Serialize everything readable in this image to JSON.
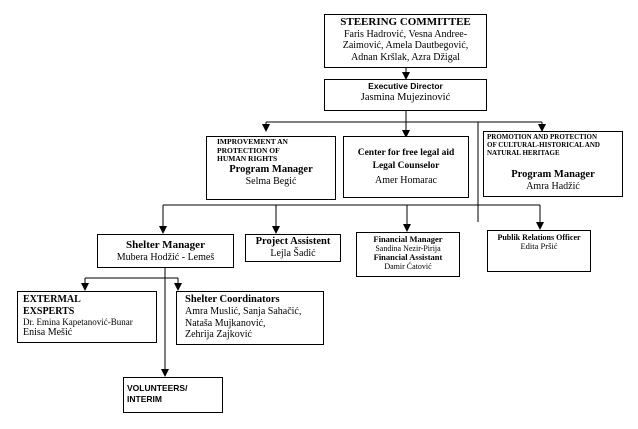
{
  "steering": {
    "title": "STEERING COMMITTEE",
    "members": [
      "Faris Hadrović, Vesna Andree-",
      "Zaimović, Amela Dautbegović,",
      "Adnan Kršlak, Azra Džigal"
    ]
  },
  "executive": {
    "title": "Executive Director",
    "name": "Jasmina Mujezinović"
  },
  "human_rights": {
    "title_lines": [
      "IMPROVEMENT AN",
      "PROTECTION OF",
      "HUMAN RIGHTS"
    ],
    "role": "Program Manager",
    "name": "Selma Begić"
  },
  "legal": {
    "title": "Center for free legal aid",
    "role": "Legal Counselor",
    "name": "Amer Homarac"
  },
  "heritage": {
    "title_lines": [
      "PROMOTION AND PROTECTION",
      "OF CULTURAL-HISTORICAL AND",
      "NATURAL HERITAGE"
    ],
    "role": "Program Manager",
    "name": "Amra Hadžić"
  },
  "shelter_manager": {
    "title": "Shelter Manager",
    "name": "Mubera Hodžić - Lemeš"
  },
  "project_assistant": {
    "title": "Project Assistent",
    "name": "Lejla Šadić"
  },
  "finance": {
    "manager_title": "Financial Manager",
    "manager_name": "Sandina Nezir-Pirija",
    "assistant_title": "Financial Assistant",
    "assistant_name": "Damir Ćatović"
  },
  "pr": {
    "title": "Publik Relations Officer",
    "name": "Edita Pršić"
  },
  "experts": {
    "title_lines": [
      "EXTERMAL",
      "EXSPERTS"
    ],
    "names": [
      "Dr. Emina Kapetanović-Bunar",
      "Enisa Mešić"
    ]
  },
  "coordinators": {
    "title": "Shelter Coordinators",
    "names": [
      "Amra Muslić, Sanja Sahačić,",
      "Nataša Mujkanović,",
      "Zehrija Zajković"
    ]
  },
  "volunteers": {
    "title_lines": [
      "VOLUNTEERS/",
      "INTERIM"
    ]
  }
}
